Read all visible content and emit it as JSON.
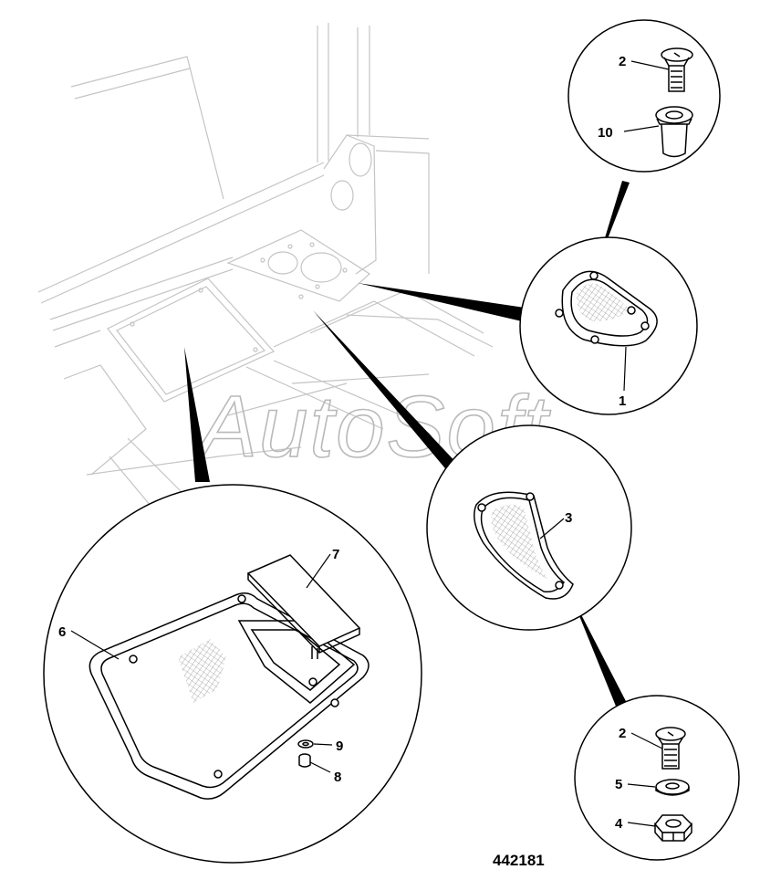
{
  "labels": {
    "l1": "1",
    "l2a": "2",
    "l10": "10",
    "l3": "3",
    "l2b": "2",
    "l5": "5",
    "l4": "4",
    "l6": "6",
    "l7": "7",
    "l8": "8",
    "l9": "9"
  },
  "figure_number": "442181",
  "watermark": "AutoSoft",
  "colors": {
    "ink": "#000000",
    "background_lines": "#c4c4c4",
    "watermark": "#b9b9b9"
  }
}
